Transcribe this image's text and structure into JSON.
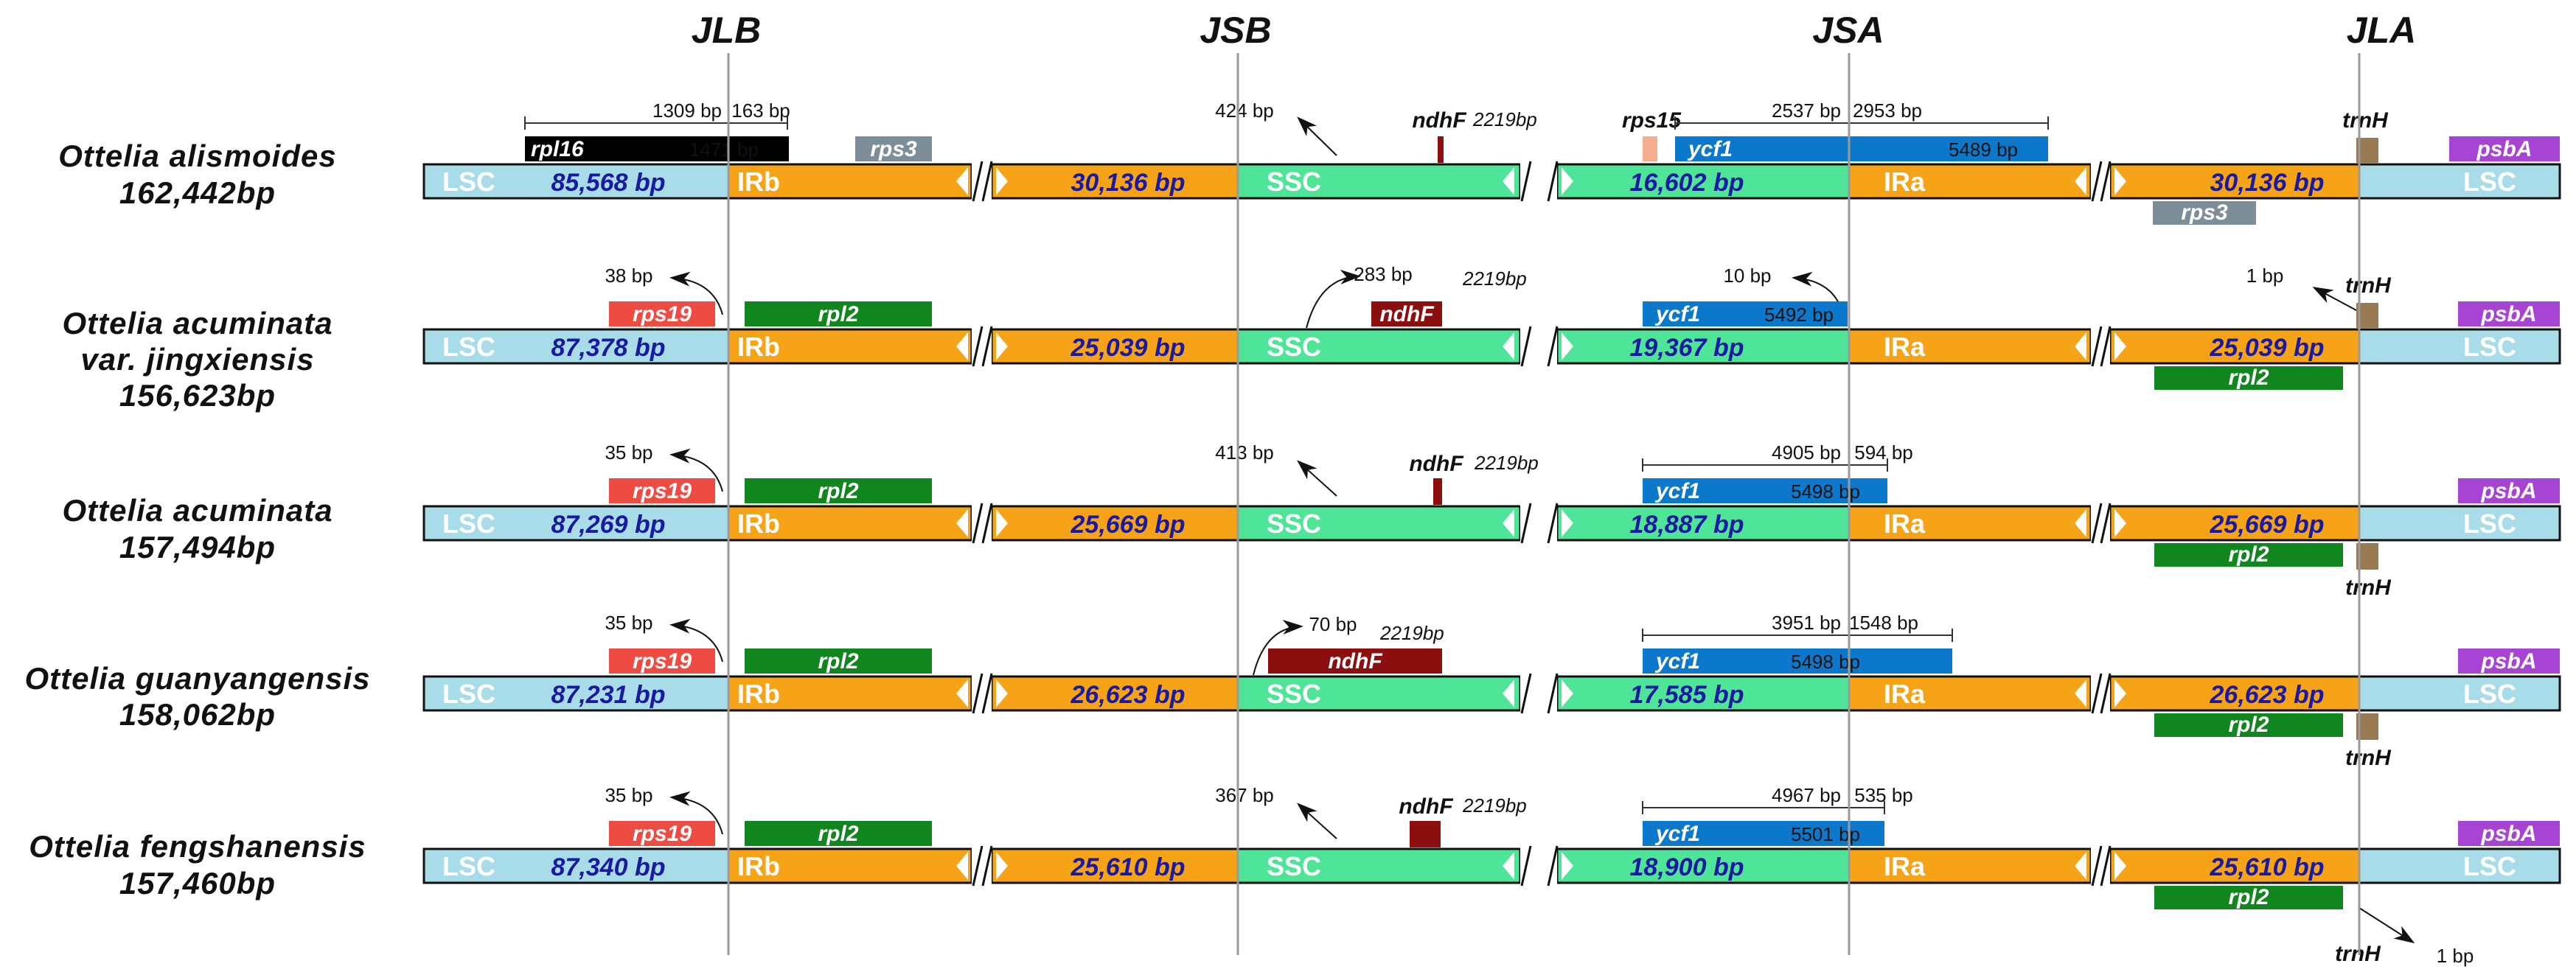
{
  "junctions": [
    "JLB",
    "JSB",
    "JSA",
    "JLA"
  ],
  "regions_order": [
    "LSC",
    "IRb",
    "SSC",
    "IRa",
    "LSC"
  ],
  "colors": {
    "LSC": "#a8dce9",
    "IR": "#f7a318",
    "SSC": "#4ee598",
    "rpl16": "#000000",
    "rps3": "#7e8e99",
    "rps19": "#ee4b43",
    "rpl2": "#11861f",
    "ndhF": "#8b0f0f",
    "ycf1": "#0c78cc",
    "rps15": "#f4ae8f",
    "trnH": "#9a7a52",
    "psbA": "#a744d4"
  },
  "rows": [
    {
      "species": "Ottelia alismoides",
      "size": "162,442bp",
      "lsc": "85,568 bp",
      "irb": "30,136 bp",
      "ssc": "16,602 bp",
      "ira": "30,136 bp",
      "labels": [
        {
          "text": "rpl16",
          "type": "gene",
          "color": "rpl16"
        },
        {
          "text": "1471 bp",
          "type": "inside"
        },
        {
          "text": "1309 bp",
          "type": "dist"
        },
        {
          "text": "163 bp",
          "type": "dist"
        },
        {
          "text": "rps3",
          "type": "gene",
          "color": "rps3"
        },
        {
          "text": "424 bp",
          "type": "dist"
        },
        {
          "text": "ndhF",
          "type": "gene-out"
        },
        {
          "text": "2219bp",
          "type": "note"
        },
        {
          "text": "rps15",
          "type": "gene-out"
        },
        {
          "text": "2537 bp",
          "type": "dist"
        },
        {
          "text": "2953 bp",
          "type": "dist"
        },
        {
          "text": "ycf1",
          "type": "gene",
          "color": "ycf1"
        },
        {
          "text": "5489 bp",
          "type": "inside"
        },
        {
          "text": "trnH",
          "type": "gene-out"
        },
        {
          "text": "psbA",
          "type": "gene",
          "color": "psbA"
        },
        {
          "text": "rps3",
          "type": "gene",
          "color": "rps3"
        }
      ]
    },
    {
      "species": "Ottelia acuminata",
      "species2": "var. jingxiensis",
      "size": "156,623bp",
      "lsc": "87,378 bp",
      "irb": "25,039 bp",
      "ssc": "19,367 bp",
      "ira": "25,039 bp",
      "labels": [
        {
          "text": "38 bp",
          "type": "dist"
        },
        {
          "text": "rps19",
          "type": "gene",
          "color": "rps19"
        },
        {
          "text": "rpl2",
          "type": "gene",
          "color": "rpl2"
        },
        {
          "text": "283 bp",
          "type": "dist"
        },
        {
          "text": "ndhF",
          "type": "gene",
          "color": "ndhF"
        },
        {
          "text": "2219bp",
          "type": "note"
        },
        {
          "text": "10 bp",
          "type": "dist"
        },
        {
          "text": "ycf1",
          "type": "gene",
          "color": "ycf1"
        },
        {
          "text": "5492 bp",
          "type": "inside"
        },
        {
          "text": "1 bp",
          "type": "dist"
        },
        {
          "text": "trnH",
          "type": "gene-out"
        },
        {
          "text": "psbA",
          "type": "gene",
          "color": "psbA"
        },
        {
          "text": "rpl2",
          "type": "gene",
          "color": "rpl2"
        }
      ]
    },
    {
      "species": "Ottelia acuminata",
      "size": "157,494bp",
      "lsc": "87,269 bp",
      "irb": "25,669 bp",
      "ssc": "18,887 bp",
      "ira": "25,669 bp",
      "labels": [
        {
          "text": "35 bp",
          "type": "dist"
        },
        {
          "text": "rps19",
          "type": "gene",
          "color": "rps19"
        },
        {
          "text": "rpl2",
          "type": "gene",
          "color": "rpl2"
        },
        {
          "text": "413 bp",
          "type": "dist"
        },
        {
          "text": "ndhF",
          "type": "gene-out"
        },
        {
          "text": "2219bp",
          "type": "note"
        },
        {
          "text": "4905 bp",
          "type": "dist"
        },
        {
          "text": "594 bp",
          "type": "dist"
        },
        {
          "text": "ycf1",
          "type": "gene",
          "color": "ycf1"
        },
        {
          "text": "5498 bp",
          "type": "inside"
        },
        {
          "text": "psbA",
          "type": "gene",
          "color": "psbA"
        },
        {
          "text": "rpl2",
          "type": "gene",
          "color": "rpl2"
        },
        {
          "text": "trnH",
          "type": "gene-out"
        }
      ]
    },
    {
      "species": "Ottelia guanyangensis",
      "size": "158,062bp",
      "lsc": "87,231 bp",
      "irb": "26,623 bp",
      "ssc": "17,585 bp",
      "ira": "26,623 bp",
      "labels": [
        {
          "text": "35 bp",
          "type": "dist"
        },
        {
          "text": "rps19",
          "type": "gene",
          "color": "rps19"
        },
        {
          "text": "rpl2",
          "type": "gene",
          "color": "rpl2"
        },
        {
          "text": "70 bp",
          "type": "dist"
        },
        {
          "text": "ndhF",
          "type": "gene",
          "color": "ndhF"
        },
        {
          "text": "2219bp",
          "type": "note"
        },
        {
          "text": "3951 bp",
          "type": "dist"
        },
        {
          "text": "1548 bp",
          "type": "dist"
        },
        {
          "text": "ycf1",
          "type": "gene",
          "color": "ycf1"
        },
        {
          "text": "5498 bp",
          "type": "inside"
        },
        {
          "text": "psbA",
          "type": "gene",
          "color": "psbA"
        },
        {
          "text": "rpl2",
          "type": "gene",
          "color": "rpl2"
        },
        {
          "text": "trnH",
          "type": "gene-out"
        }
      ]
    },
    {
      "species": "Ottelia fengshanensis",
      "size": "157,460bp",
      "lsc": "87,340 bp",
      "irb": "25,610 bp",
      "ssc": "18,900 bp",
      "ira": "25,610 bp",
      "labels": [
        {
          "text": "35 bp",
          "type": "dist"
        },
        {
          "text": "rps19",
          "type": "gene",
          "color": "rps19"
        },
        {
          "text": "rpl2",
          "type": "gene",
          "color": "rpl2"
        },
        {
          "text": "367 bp",
          "type": "dist"
        },
        {
          "text": "ndhF",
          "type": "gene-out"
        },
        {
          "text": "2219bp",
          "type": "note"
        },
        {
          "text": "4967 bp",
          "type": "dist"
        },
        {
          "text": "535 bp",
          "type": "dist"
        },
        {
          "text": "ycf1",
          "type": "gene",
          "color": "ycf1"
        },
        {
          "text": "5501 bp",
          "type": "inside"
        },
        {
          "text": "psbA",
          "type": "gene",
          "color": "psbA"
        },
        {
          "text": "rpl2",
          "type": "gene",
          "color": "rpl2"
        },
        {
          "text": "trnH",
          "type": "gene-out"
        },
        {
          "text": "1 bp",
          "type": "dist"
        }
      ]
    }
  ]
}
